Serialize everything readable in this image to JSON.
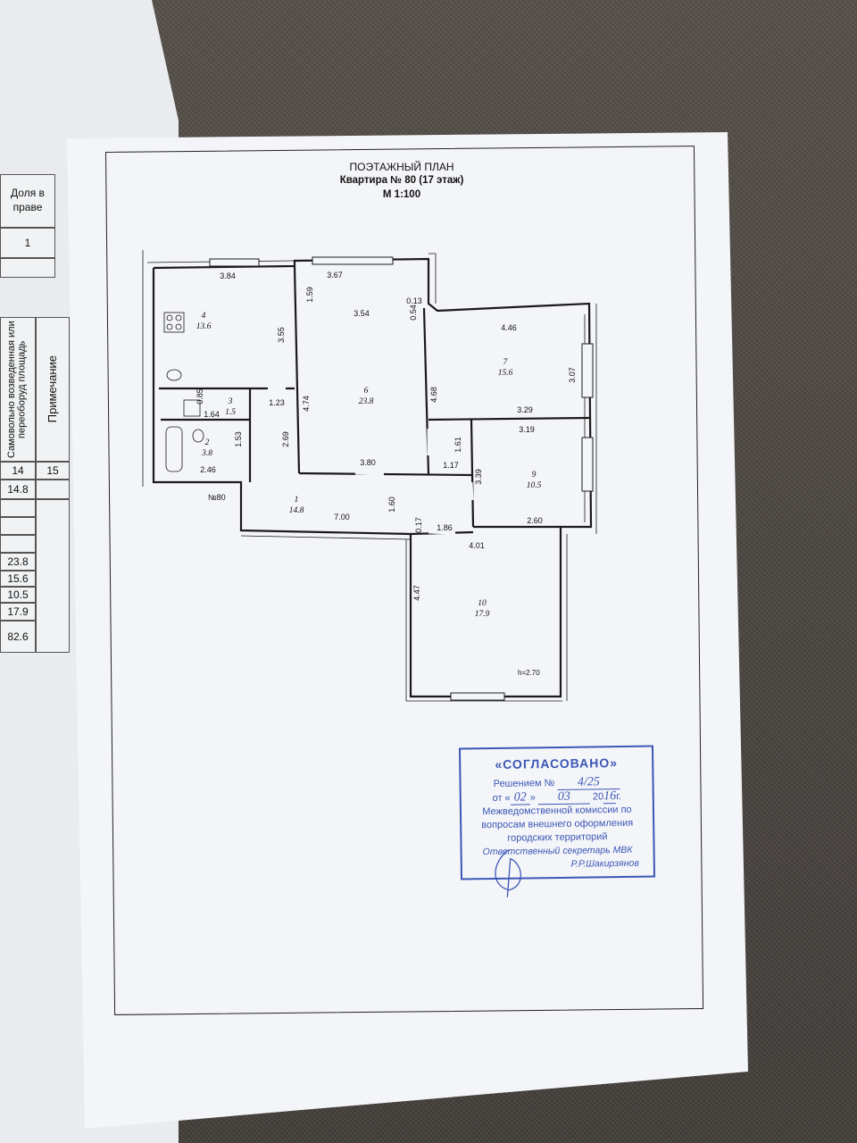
{
  "left_table": {
    "header_col1": "Доля в праве",
    "row1": "1",
    "header_vertical": "Самовольно возведенная или переоборуд площадь",
    "header_note": "Примечание",
    "col_numbers": [
      "14",
      "15"
    ],
    "values": [
      "14.8",
      "23.8",
      "15.6",
      "10.5",
      "17.9",
      "82.6"
    ]
  },
  "plan": {
    "title": "ПОЭТАЖНЫЙ ПЛАН",
    "apartment": "Квартира № 80 (17 этаж)",
    "scale": "М 1:100",
    "apt_mark": "№80",
    "height": "h=2.70",
    "rooms": [
      {
        "num": "4",
        "area": "13.6"
      },
      {
        "num": "6",
        "area": "23.8"
      },
      {
        "num": "7",
        "area": "15.6"
      },
      {
        "num": "3",
        "area": "1.5"
      },
      {
        "num": "2",
        "area": "3.8"
      },
      {
        "num": "9",
        "area": "10.5"
      },
      {
        "num": "1",
        "area": "14.8"
      },
      {
        "num": "10",
        "area": "17.9"
      }
    ],
    "dims": {
      "d1": "3.84",
      "d2": "3.67",
      "d3": "1.59",
      "d4": "3.54",
      "d5": "0.13",
      "d6": "0.54",
      "d7": "4.46",
      "d8": "3.55",
      "d9": "4.74",
      "d10": "4.68",
      "d11": "3.07",
      "d12": "1.23",
      "d13": "0.85",
      "d14": "1.64",
      "d15": "3.29",
      "d16": "3.19",
      "d17": "1.53",
      "d18": "2.69",
      "d19": "1.61",
      "d20": "2.46",
      "d21": "3.80",
      "d22": "1.17",
      "d23": "3.39",
      "d24": "7.00",
      "d25": "1.60",
      "d26": "0.17",
      "d27": "1.86",
      "d28": "2.60",
      "d29": "4.01",
      "d30": "4.47"
    }
  },
  "stamp": {
    "title": "«СОГЛАСОВАНО»",
    "decision_label": "Решением №",
    "decision_no": "4/25",
    "date_prefix": "от «",
    "day": "02",
    "month": "03",
    "year_prefix": "20",
    "year_suffix": "16",
    "year_end": "г.",
    "line1": "Межведомственной комиссии по",
    "line2": "вопросам внешнего оформления",
    "line3": "городских территорий",
    "secretary": "Ответственный секретарь МВК",
    "name": "Р.Р.Шакирзянов",
    "color": "#3b56b6"
  }
}
